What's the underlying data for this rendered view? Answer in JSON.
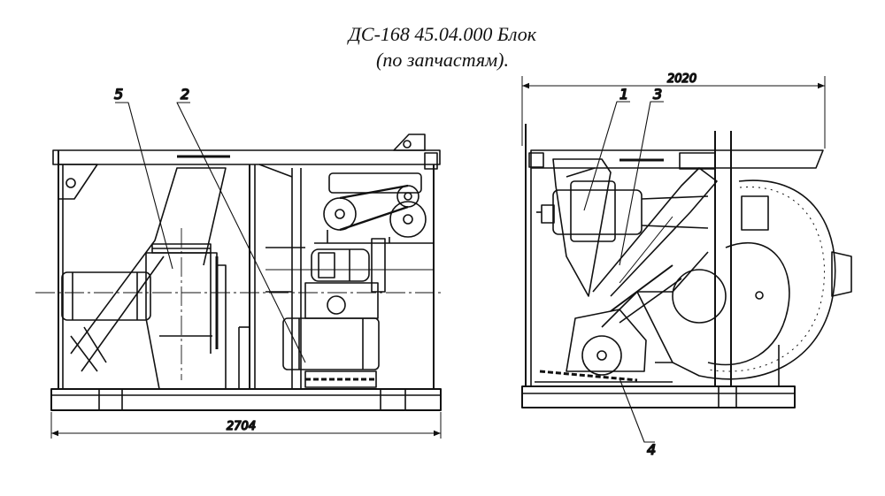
{
  "title": {
    "line1": "ДС-168 45.04.000 Блок",
    "line2": "(по запчастям)."
  },
  "dimensions": {
    "left_width": "2704",
    "right_width": "2020"
  },
  "callouts": {
    "c1": "1",
    "c2": "2",
    "c3": "3",
    "c4": "4",
    "c5": "5"
  }
}
